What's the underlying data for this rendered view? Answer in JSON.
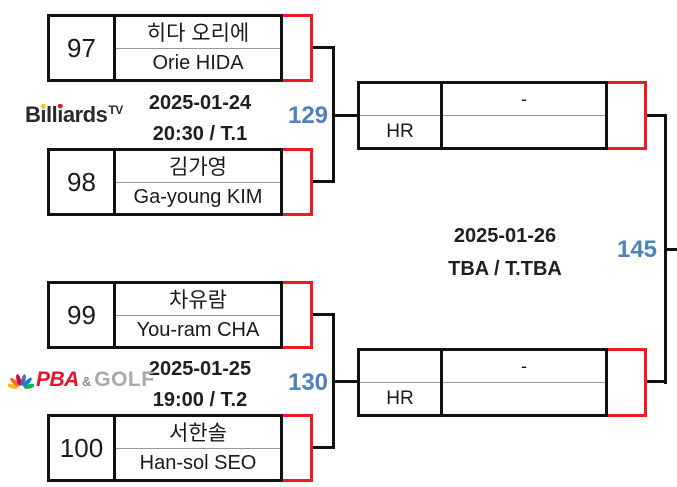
{
  "colors": {
    "accent_blue": "#4F81BD",
    "bracket_red": "#ED1C24",
    "line_black": "#111111",
    "divider_gray": "#999999"
  },
  "bracket": {
    "semifinal_1": {
      "match_no": "129",
      "date": "2025-01-24",
      "time_table": "20:30 / T.1",
      "players": [
        {
          "seed": "97",
          "name_kr": "히다 오리에",
          "name_en": "Orie HIDA",
          "score": ""
        },
        {
          "seed": "98",
          "name_kr": "김가영",
          "name_en": "Ga-young KIM",
          "score": ""
        }
      ],
      "result": {
        "label": "HR",
        "value": "-",
        "score": ""
      }
    },
    "semifinal_2": {
      "match_no": "130",
      "date": "2025-01-25",
      "time_table": "19:00 / T.2",
      "players": [
        {
          "seed": "99",
          "name_kr": "차유람",
          "name_en": "You-ram CHA",
          "score": ""
        },
        {
          "seed": "100",
          "name_kr": "서한솔",
          "name_en": "Han-sol SEO",
          "score": ""
        }
      ],
      "result": {
        "label": "HR",
        "value": "-",
        "score": ""
      }
    },
    "final": {
      "match_no": "145",
      "date": "2025-01-26",
      "time_table": "TBA / T.TBA"
    }
  },
  "logos": {
    "billiards_segments": [
      {
        "t": "B"
      },
      {
        "t": "i",
        "dot": "#F8C800"
      },
      {
        "t": "ll"
      },
      {
        "t": "i",
        "dot": "#E8112D"
      },
      {
        "t": "ards"
      }
    ],
    "billiards_sup": "TV",
    "pba_text": "PBA",
    "pba_amp": "&",
    "pba_golf": "GOLF",
    "peacock_colors": [
      "#fcb711",
      "#f37021",
      "#cc004c",
      "#6460aa",
      "#0089d0",
      "#0db14b"
    ]
  }
}
